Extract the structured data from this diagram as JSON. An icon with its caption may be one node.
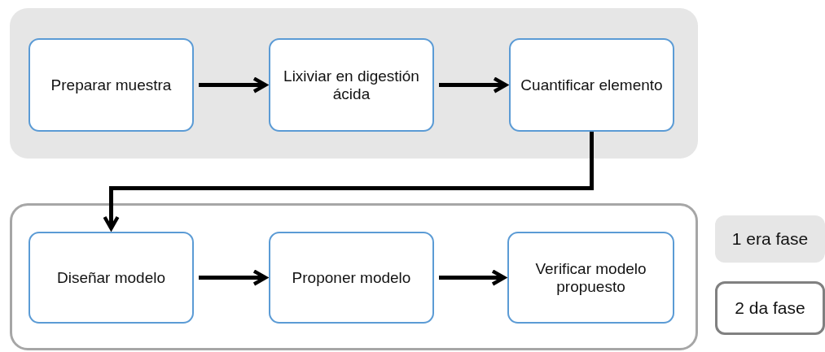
{
  "diagram": {
    "nodes": [
      {
        "text": [],
        "shape": "box"
      },
      {
        "text": [
          "Preparar muestra"
        ],
        "in": 0
      },
      {
        "text": [
          "Lixiviar en digestión ácida"
        ],
        "in": 0
      },
      {
        "text": [
          "Cuantificar elemento"
        ],
        "in": 0
      },
      {
        "text": [],
        "shape": "box"
      },
      {
        "text": [
          "Diseñar modelo"
        ],
        "in": 4
      },
      {
        "text": [
          "Proponer modelo"
        ],
        "in": 4
      },
      {
        "text": [
          "Verificar modelo propuesto"
        ],
        "in": 4
      }
    ],
    "edges": [
      {
        "from": 1,
        "to": 2,
        "arrow": "to"
      },
      {
        "from": 2,
        "to": 3,
        "arrow": "to"
      },
      {
        "from": 3,
        "to": 5,
        "arrow": "to"
      },
      {
        "from": 5,
        "to": 6,
        "arrow": "to"
      },
      {
        "from": 6,
        "to": 7,
        "arrow": "to"
      }
    ],
    "legend": [
      {
        "text": "1 era fase",
        "color": "#e6e6e6"
      },
      {
        "text": "2 da fase"
      }
    ]
  }
}
